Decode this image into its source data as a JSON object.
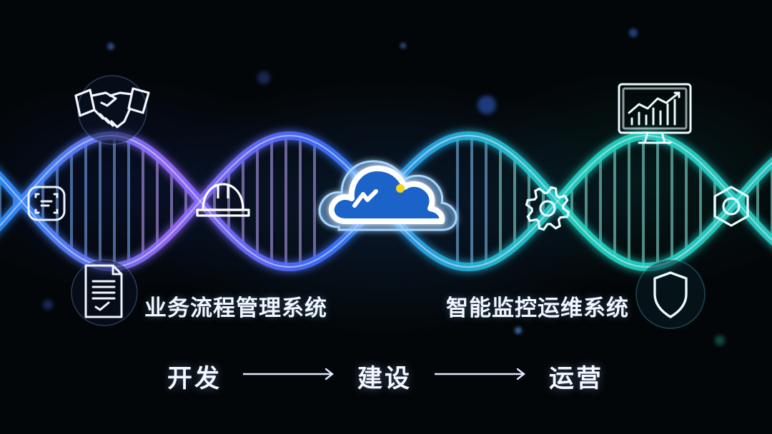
{
  "labels": {
    "left_system": "业务流程管理系统",
    "right_system": "智能监控运维系统"
  },
  "flow": {
    "stages": [
      "开发",
      "建设",
      "运营"
    ]
  },
  "icons": [
    "handshake-icon",
    "face-scan-icon",
    "hard-hat-icon",
    "document-icon",
    "cloud-icon",
    "analytics-monitor-icon",
    "gear-icon",
    "hex-nut-icon",
    "shield-icon"
  ],
  "colors": {
    "background": "#030608",
    "helix_blue": "#2f8dff",
    "helix_purple": "#9a6bff",
    "helix_teal": "#22d6c2",
    "cloud_blue": "#1e73d8",
    "cloud_dot": "#f5d21a",
    "text": "#f2f6ff"
  }
}
